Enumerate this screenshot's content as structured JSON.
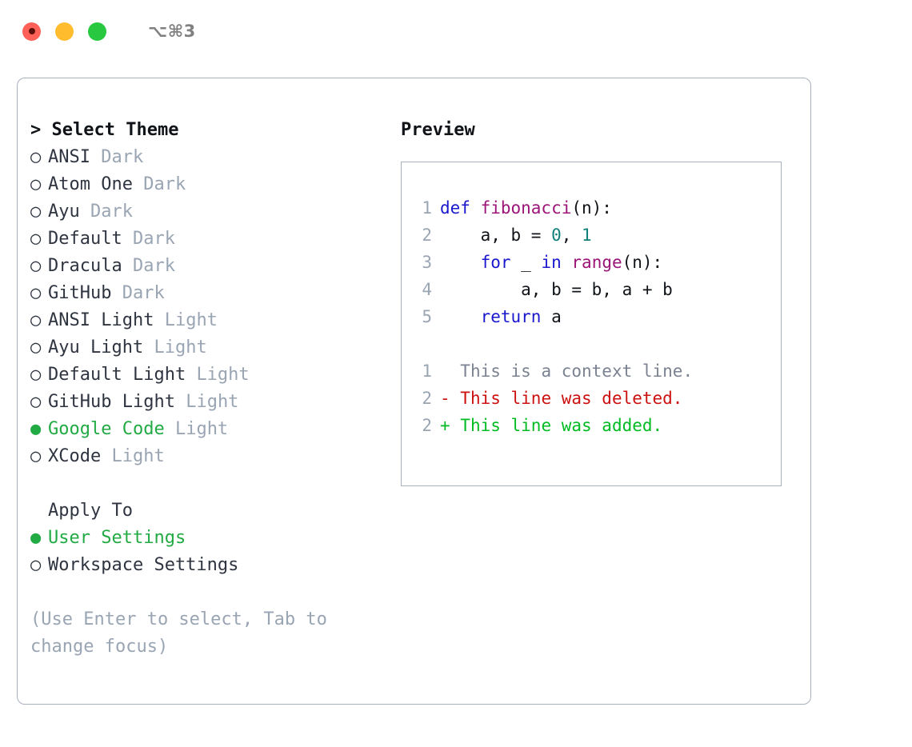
{
  "titlebar": {
    "shortcut": "⌥⌘3",
    "lights": [
      {
        "name": "close",
        "color": "#ff6058"
      },
      {
        "name": "minimize",
        "color": "#ffbd2e"
      },
      {
        "name": "maximize",
        "color": "#28c840"
      }
    ]
  },
  "colors": {
    "accent_green": "#22aa44",
    "muted": "#9aa5b4",
    "text": "#2e3440",
    "border": "#a8b0bd",
    "keyword": "#1a18cc",
    "function": "#9b1578",
    "number": "#11807a",
    "diff_add": "#00bb22",
    "diff_del": "#cc1111",
    "diff_ctx": "#7b8291"
  },
  "theme_list": {
    "header": "Select Theme",
    "header_marker": ">",
    "bullet_unselected": "○",
    "bullet_selected": "●",
    "items": [
      {
        "label": "ANSI",
        "suffix": "Dark",
        "selected": false
      },
      {
        "label": "Atom One",
        "suffix": "Dark",
        "selected": false
      },
      {
        "label": "Ayu",
        "suffix": "Dark",
        "selected": false
      },
      {
        "label": "Default",
        "suffix": "Dark",
        "selected": false
      },
      {
        "label": "Dracula",
        "suffix": "Dark",
        "selected": false
      },
      {
        "label": "GitHub",
        "suffix": "Dark",
        "selected": false
      },
      {
        "label": "ANSI Light",
        "suffix": "Light",
        "selected": false
      },
      {
        "label": "Ayu Light",
        "suffix": "Light",
        "selected": false
      },
      {
        "label": "Default Light",
        "suffix": "Light",
        "selected": false
      },
      {
        "label": "GitHub Light",
        "suffix": "Light",
        "selected": false
      },
      {
        "label": "Google Code",
        "suffix": "Light",
        "selected": true
      },
      {
        "label": "XCode",
        "suffix": "Light",
        "selected": false
      }
    ]
  },
  "apply_to": {
    "header": "Apply To",
    "items": [
      {
        "label": "User Settings",
        "selected": true
      },
      {
        "label": "Workspace Settings",
        "selected": false
      }
    ]
  },
  "hint": "(Use Enter to select, Tab to change focus)",
  "preview": {
    "title": "Preview",
    "code_lines": [
      {
        "num": "1",
        "tokens": [
          {
            "t": "def ",
            "c": "kw"
          },
          {
            "t": "fibonacci",
            "c": "fn"
          },
          {
            "t": "(n):",
            "c": "punct"
          }
        ]
      },
      {
        "num": "2",
        "tokens": [
          {
            "t": "    a, b = ",
            "c": "plain"
          },
          {
            "t": "0",
            "c": "num"
          },
          {
            "t": ", ",
            "c": "plain"
          },
          {
            "t": "1",
            "c": "num"
          }
        ]
      },
      {
        "num": "3",
        "tokens": [
          {
            "t": "    ",
            "c": "plain"
          },
          {
            "t": "for",
            "c": "kw"
          },
          {
            "t": " _ ",
            "c": "plain"
          },
          {
            "t": "in",
            "c": "kw"
          },
          {
            "t": " ",
            "c": "plain"
          },
          {
            "t": "range",
            "c": "fn"
          },
          {
            "t": "(n):",
            "c": "punct"
          }
        ]
      },
      {
        "num": "4",
        "tokens": [
          {
            "t": "        a, b = b, a + b",
            "c": "plain"
          }
        ]
      },
      {
        "num": "5",
        "tokens": [
          {
            "t": "    ",
            "c": "plain"
          },
          {
            "t": "return",
            "c": "kw"
          },
          {
            "t": " a",
            "c": "plain"
          }
        ]
      }
    ],
    "diff_lines": [
      {
        "num": "1",
        "marker": " ",
        "text": "This is a context line.",
        "kind": "ctx"
      },
      {
        "num": "2",
        "marker": "-",
        "text": "This line was deleted.",
        "kind": "del"
      },
      {
        "num": "2",
        "marker": "+",
        "text": "This line was added.",
        "kind": "add"
      }
    ]
  }
}
